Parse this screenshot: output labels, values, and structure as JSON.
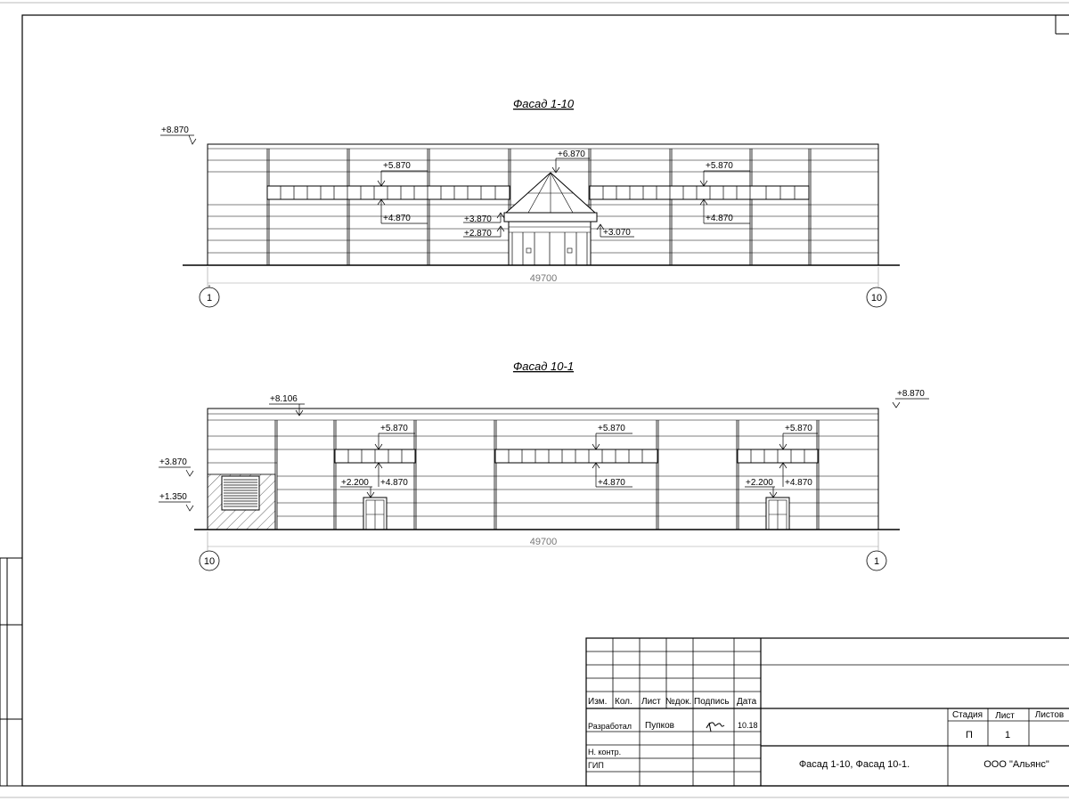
{
  "facade_top": {
    "title": "Фасад 1-10",
    "dimension": "49700",
    "axis_left": "1",
    "axis_right": "10",
    "marks": {
      "top": "+8.870",
      "window_top_left": "+5.870",
      "window_top_right": "+5.870",
      "window_bottom_left": "+4.870",
      "window_bottom_right": "+4.870",
      "gable": "+6.870",
      "canopy": "+3.870",
      "door": "+2.870",
      "canopy_right": "+3.070"
    }
  },
  "facade_bottom": {
    "title": "Фасад 10-1",
    "dimension": "49700",
    "axis_left": "10",
    "axis_right": "1",
    "marks": {
      "roof_left": "+8.106",
      "roof_right": "+8.870",
      "gate_top": "+3.870",
      "gate_bottom": "+1.350",
      "win1_top": "+5.870",
      "win2_top": "+5.870",
      "win3_top": "+5.870",
      "win1_bottom": "+4.870",
      "win2_bottom": "+4.870",
      "win3_bottom": "+4.870",
      "door1": "+2.200",
      "door3": "+2.200"
    }
  },
  "title_block": {
    "headers": {
      "izm": "Изм.",
      "kol": "Кол.",
      "list": "Лист",
      "ndok": "№док.",
      "podpis": "Подпись",
      "data": "Дата"
    },
    "razrabotal_label": "Разработал",
    "razrabotal_name": "Пупков",
    "razrabotal_date": "10.18",
    "n_kontr_label": "Н. контр.",
    "gip_label": "ГИП",
    "drawing_title": "Фасад 1-10, Фасад 10-1.",
    "company": "ООО \"Альянс\"",
    "stage_label": "Стадия",
    "sheet_label": "Лист",
    "sheets_label": "Листов",
    "stage_value": "П",
    "sheet_value": "1"
  }
}
